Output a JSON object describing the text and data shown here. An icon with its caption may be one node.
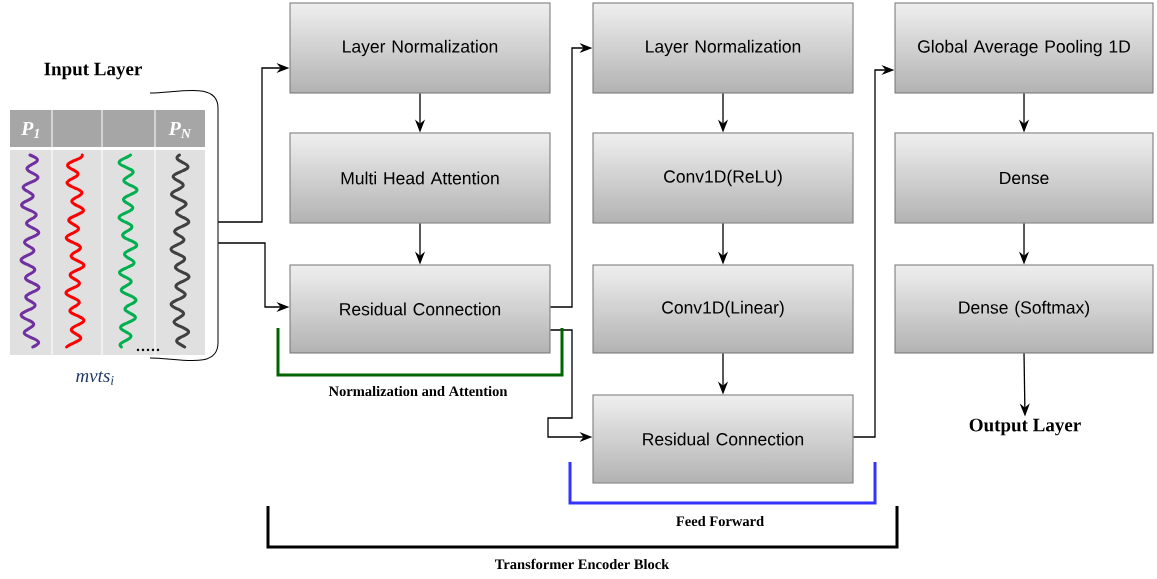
{
  "diagram": {
    "nodes": [
      {
        "text": [
          "Input Layer"
        ],
        "beside": [
          "mvts$_{i}$"
        ]
      },
      {
        "text": [
          "Layer Normalization"
        ]
      },
      {
        "text": [
          "Multi Head Attention"
        ]
      },
      {
        "text": [
          "Residual Connection"
        ]
      },
      {
        "text": [
          "Layer Normalization"
        ]
      },
      {
        "text": [
          "Conv1D(ReLU)"
        ]
      },
      {
        "text": [
          "Conv1D(Linear)"
        ]
      },
      {
        "text": [
          "Residual Connection"
        ]
      },
      {
        "text": [
          "Global Average Pooling 1D"
        ]
      },
      {
        "text": [
          "Dense"
        ]
      },
      {
        "text": [
          "Dense (Softmax)"
        ]
      },
      {
        "text": [
          "Output Layer"
        ]
      }
    ],
    "edges": [
      {
        "from": 0,
        "to": 1,
        "arrow": "to"
      },
      {
        "from": 0,
        "to": 3,
        "arrow": "to"
      },
      {
        "from": 1,
        "to": 2,
        "arrow": "to"
      },
      {
        "from": 2,
        "to": 3,
        "arrow": "to"
      },
      {
        "from": 3,
        "to": 4,
        "arrow": "to"
      },
      {
        "from": 3,
        "to": 7,
        "arrow": "to"
      },
      {
        "from": 4,
        "to": 5,
        "arrow": "to"
      },
      {
        "from": 5,
        "to": 6,
        "arrow": "to"
      },
      {
        "from": 6,
        "to": 7,
        "arrow": "to"
      },
      {
        "from": 7,
        "to": 8,
        "arrow": "to"
      },
      {
        "from": 8,
        "to": 9,
        "arrow": "to"
      },
      {
        "from": 9,
        "to": 10,
        "arrow": "to"
      },
      {
        "from": 10,
        "to": 11,
        "arrow": "to"
      }
    ],
    "labels": [
      "P$_{1}$",
      "P$_{N}$",
      "Normalization and Attention",
      "Feed Forward",
      "Transformer Encoder Block"
    ]
  }
}
